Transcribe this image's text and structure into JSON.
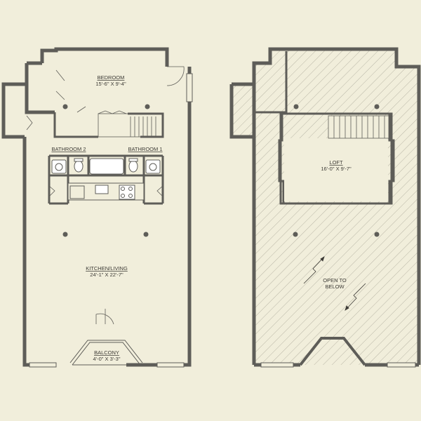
{
  "colors": {
    "background": "#f1eedb",
    "wall": "#5e5d58",
    "line": "#5e5d58",
    "hatch": "#b9b6a6",
    "fixture_fill": "#ffffff"
  },
  "plan": {
    "lower_floor": {
      "rooms": [
        {
          "title": "BEDROOM",
          "size": "15'-6\" X 9'-4\""
        },
        {
          "title": "BATHROOM 2",
          "size": ""
        },
        {
          "title": "BATHROOM 1",
          "size": ""
        },
        {
          "title": "KITCHEN/LIVING",
          "size": "24'-1\" X 22'-7\""
        },
        {
          "title": "BALCONY",
          "size": "4'-0\" X 3'-3\""
        }
      ]
    },
    "upper_floor": {
      "rooms": [
        {
          "title": "LOFT",
          "size": "16'-0\" X 9'-7\""
        }
      ],
      "open_to_below": [
        "OPEN TO",
        "BELOW"
      ]
    }
  }
}
